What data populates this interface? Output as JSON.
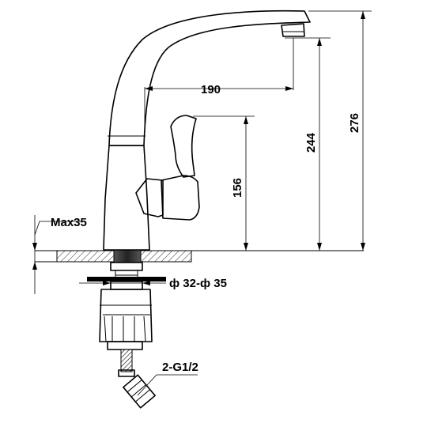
{
  "dimensions": {
    "spout_reach": "190",
    "spout_height": "244",
    "total_height": "276",
    "handle_height": "156",
    "max_countertop": "Max35",
    "hole_diameter": "ф 32-ф 35",
    "connection": "2-G1/2"
  }
}
